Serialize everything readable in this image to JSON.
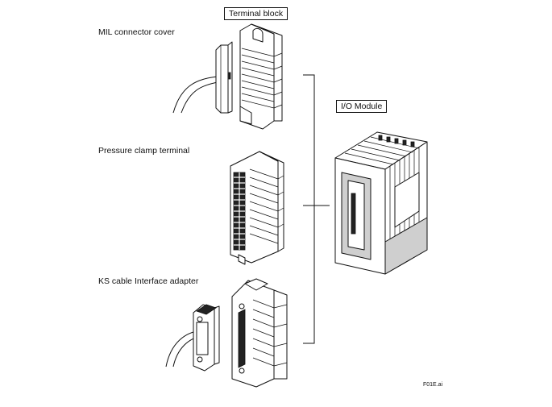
{
  "labels": {
    "terminal_block": "Terminal block",
    "mil_connector_cover": "MIL connector cover",
    "pressure_clamp_terminal": "Pressure clamp terminal",
    "ks_cable_interface_adapter": "KS cable Interface adapter",
    "io_module": "I/O Module",
    "figure_id": "F01E.ai"
  }
}
